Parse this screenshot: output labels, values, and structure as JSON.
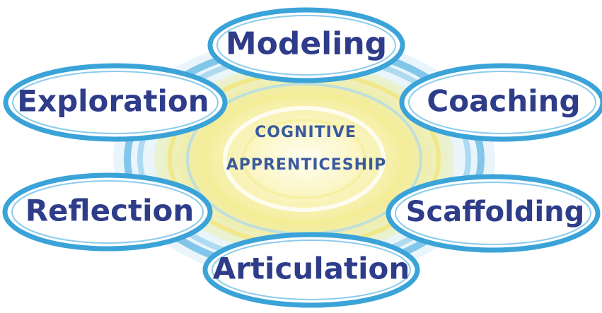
{
  "diagram": {
    "center": {
      "line1": "COGNITIVE",
      "line2": "APPRENTICESHIP"
    },
    "nodes": {
      "modeling": "Modeling",
      "coaching": "Coaching",
      "scaffolding": "Scaffolding",
      "articulation": "Articulation",
      "reflection": "Reflection",
      "exploration": "Exploration"
    }
  },
  "colors": {
    "label_text": "#2e3c8a",
    "center_text": "#3a5a9e",
    "ellipse_border": "#3aa3d8",
    "ellipse_fill": "#ffffff",
    "sun_core": "#fbf7c8",
    "sun_ring_yellow": "#f4eb8a",
    "sun_ring_blue": "#9fd3ef"
  }
}
